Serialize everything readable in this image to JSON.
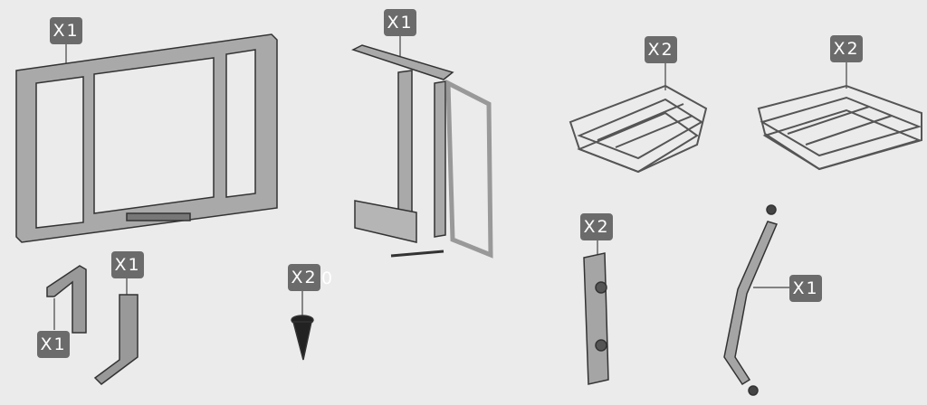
{
  "parts": [
    {
      "name": "cabinet-frame",
      "qty_label": "X1"
    },
    {
      "name": "pull-out-mechanism",
      "qty_label": "X1"
    },
    {
      "name": "basket-left",
      "qty_label": "X2"
    },
    {
      "name": "basket-right",
      "qty_label": "X2"
    },
    {
      "name": "bracket-a",
      "qty_label": "X1"
    },
    {
      "name": "bracket-b",
      "qty_label": "X1"
    },
    {
      "name": "screw",
      "qty_label": "X2",
      "qty_label_overflow": "0"
    },
    {
      "name": "hinge-plate",
      "qty_label": "X2"
    },
    {
      "name": "link-arm",
      "qty_label": "X1"
    }
  ],
  "colors": {
    "background": "#ebebeb",
    "label": "#6b6b6b",
    "metal": "#8a8a8a",
    "outline": "#333333"
  }
}
